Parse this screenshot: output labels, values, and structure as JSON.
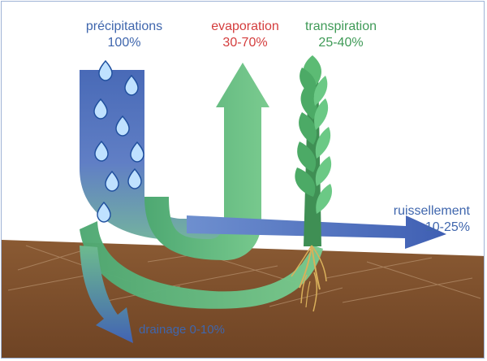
{
  "labels": {
    "precipitations": {
      "name": "précipitations",
      "value": "100%"
    },
    "evaporation": {
      "name": "evaporation",
      "value": "30-70%"
    },
    "transpiration": {
      "name": "transpiration",
      "value": "25-40%"
    },
    "ruissellement": {
      "name": "ruissellement",
      "value": "10-25%"
    },
    "drainage": {
      "text": "drainage  0-10%"
    }
  },
  "colors": {
    "precip_blue": "#4c6fbb",
    "label_blue": "#3f66ad",
    "label_red": "#d43d3d",
    "label_green": "#3f9a57",
    "flow_green": "#63bf84",
    "soil_brown": "#7b4d2b",
    "frame_blue": "#9fb3d6"
  },
  "icons": {
    "drops": "water-drop-icon",
    "plant": "plant-icon",
    "roots": "roots-icon"
  }
}
